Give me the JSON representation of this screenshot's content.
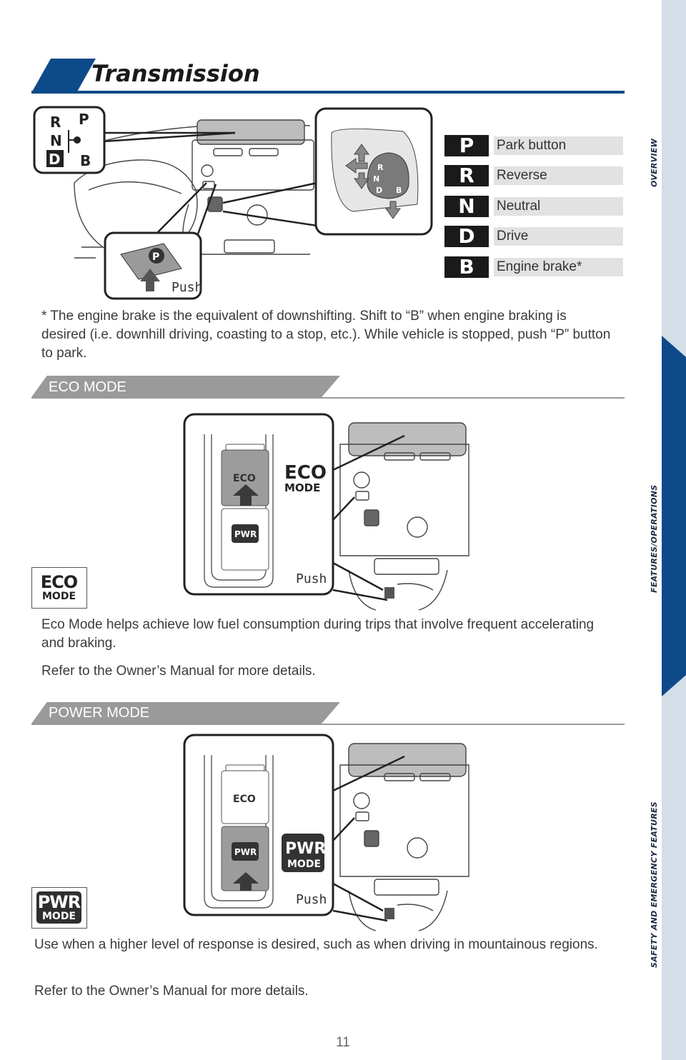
{
  "header": {
    "title": "Transmission"
  },
  "sidebar": {
    "sections": [
      "OVERVIEW",
      "FEATURES/OPERATIONS",
      "SAFETY AND EMERGENCY FEATURES"
    ]
  },
  "shift_legend": [
    {
      "letter": "P",
      "label": "Park button"
    },
    {
      "letter": "R",
      "label": "Reverse"
    },
    {
      "letter": "N",
      "label": "Neutral"
    },
    {
      "letter": "D",
      "label": "Drive"
    },
    {
      "letter": "B",
      "label": "Engine brake*"
    }
  ],
  "illustrations": {
    "push_label": "Push"
  },
  "transmission_note": "* The engine brake is the equivalent of downshifting. Shift to “B” when engine braking is desired (i.e. downhill driving, coasting to a stop, etc.). While vehicle is stopped, push “P” button to park.",
  "eco_mode": {
    "heading": "ECO MODE",
    "badge_main": "ECO",
    "badge_sub": "MODE",
    "button_label": "ECO",
    "description": "Eco Mode helps achieve low fuel consumption during trips that involve frequent accelerating and braking.",
    "reference": "Refer to the Owner’s Manual for more details."
  },
  "power_mode": {
    "heading": "POWER MODE",
    "badge_main": "PWR",
    "badge_sub": "MODE",
    "button_label": "PWR",
    "description": "Use when a higher level of response is desired, such as when driving in mountainous regions.",
    "reference": "Refer to the Owner’s Manual for more details."
  },
  "page_number": "11",
  "colors": {
    "accent_blue": "#0d4a8a",
    "section_gray": "#9a9a9a",
    "sidebar": "#d4dde8"
  }
}
